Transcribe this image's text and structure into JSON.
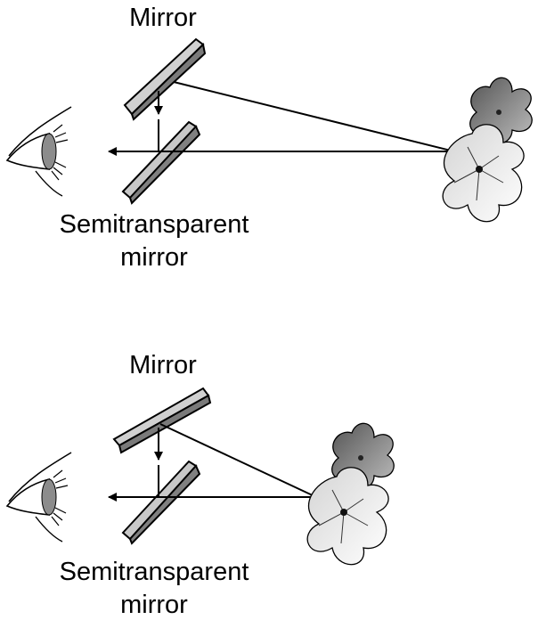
{
  "panels": [
    {
      "mirror_label": "Mirror",
      "semi_label_line1": "Semitransparent",
      "semi_label_line2": "mirror"
    },
    {
      "mirror_label": "Mirror",
      "semi_label_line1": "Semitransparent",
      "semi_label_line2": "mirror"
    }
  ],
  "colors": {
    "line": "#000000",
    "mirror_dark": "#7a7a7a",
    "mirror_light": "#c8c8c8",
    "flower_far": "#808080",
    "flower_near": "#e6e6e6"
  },
  "icons": [
    "eye-icon",
    "flower-icon"
  ]
}
